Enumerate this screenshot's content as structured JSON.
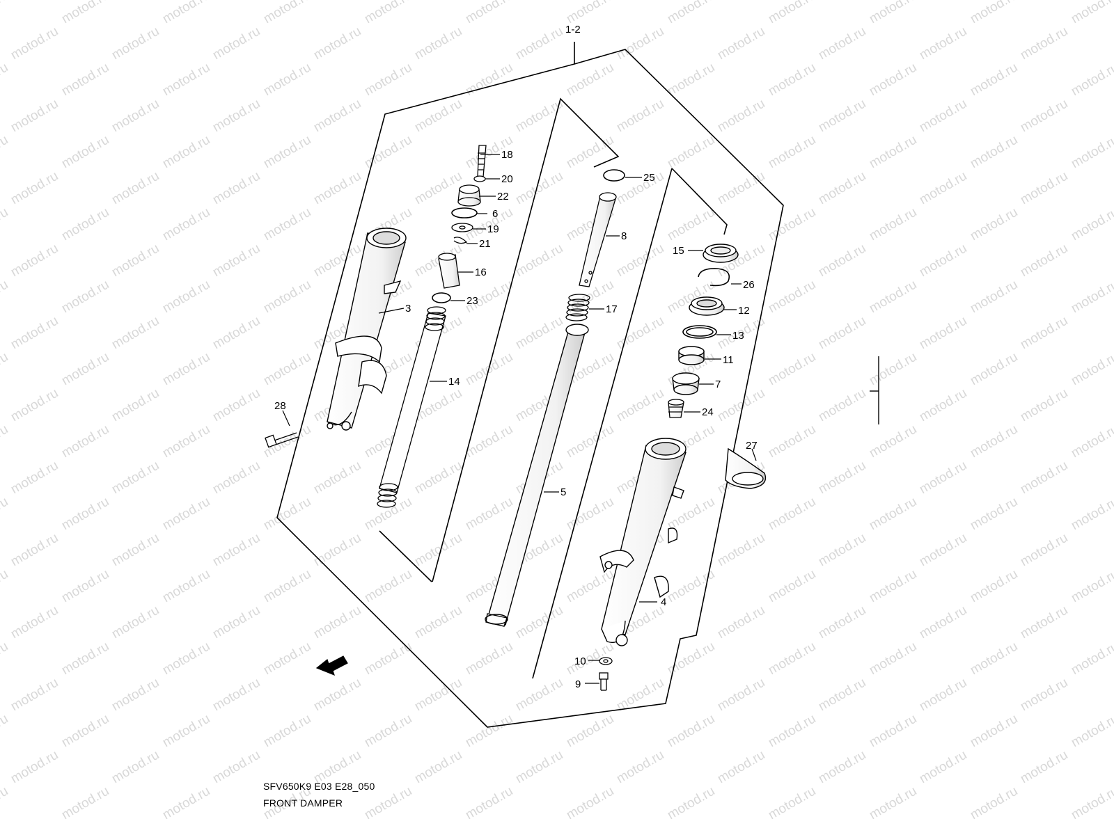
{
  "watermark": "motod.ru",
  "assembly_label": "1-2",
  "fwd_label": "FWD",
  "footer": {
    "code": "SFV650K9 E03 E28_050",
    "title": "FRONT DAMPER"
  },
  "callouts": {
    "p3": "3",
    "p4": "4",
    "p5": "5",
    "p6": "6",
    "p7": "7",
    "p8": "8",
    "p9": "9",
    "p10": "10",
    "p11": "11",
    "p12": "12",
    "p13": "13",
    "p14": "14",
    "p15": "15",
    "p16": "16",
    "p17": "17",
    "p18": "18",
    "p19": "19",
    "p20": "20",
    "p21": "21",
    "p22": "22",
    "p23": "23",
    "p24": "24",
    "p25": "25",
    "p26": "26",
    "p27": "27",
    "p28": "28"
  }
}
